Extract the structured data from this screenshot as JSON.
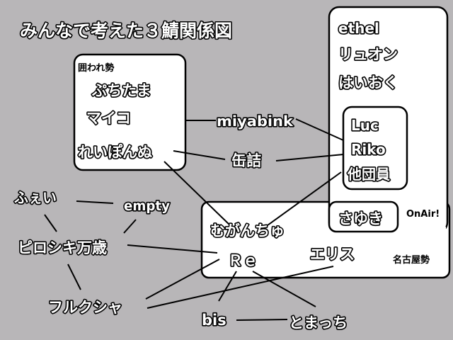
{
  "title": "みんなで考えた３鯖関係図",
  "groups": {
    "kakoware": {
      "label": "囲われ勢",
      "members": [
        "ぷちたま",
        "マイコ",
        "れいぽんぬ"
      ]
    },
    "right": {
      "members": [
        "ethel",
        "リュオン",
        "はいおく"
      ]
    },
    "inner": {
      "members": [
        "Luc",
        "Riko",
        "他団員"
      ]
    },
    "sayuki": {
      "name": "さゆき",
      "tag": "OnAir!"
    },
    "nagoya": {
      "label": "名古屋勢",
      "members": [
        "むがんちゅ",
        "Ｒｅ",
        "エリス"
      ]
    }
  },
  "nodes": {
    "miyabink": "miyabink",
    "kanzume": "缶詰",
    "fuei": "ふぇい",
    "empty": "empty",
    "piroshiki": "ピロシキ万歳",
    "furukusha": "フルクシャ",
    "bis": "bis",
    "tomacchi": "とまっち"
  },
  "colors": {
    "background": "#b8b6b8",
    "box": "#ffffff",
    "line": "#000000"
  }
}
